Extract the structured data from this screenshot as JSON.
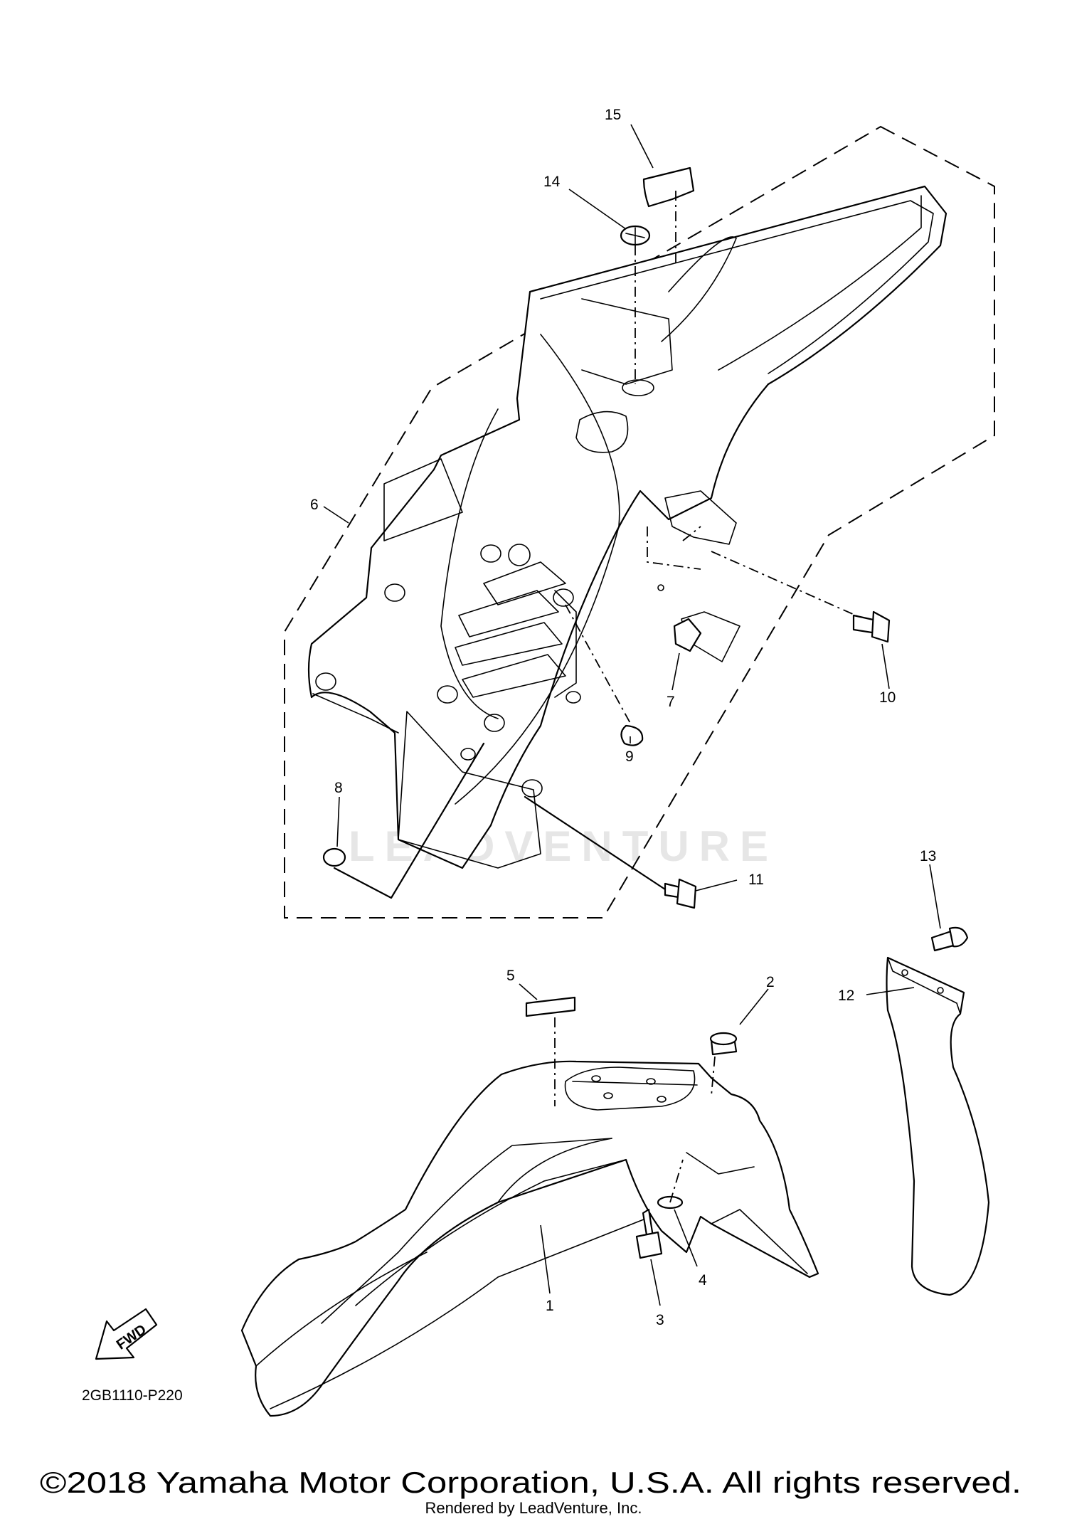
{
  "callouts": {
    "c1": "1",
    "c2": "2",
    "c3": "3",
    "c4": "4",
    "c5": "5",
    "c6": "6",
    "c7": "7",
    "c8": "8",
    "c9": "9",
    "c10": "10",
    "c11": "11",
    "c12": "12",
    "c13": "13",
    "c14": "14",
    "c15": "15"
  },
  "fwd_label": "FWD",
  "diagram_code": "2GB1110-P220",
  "watermark": "LEADVENTURE",
  "copyright": "©2018 Yamaha Motor Corporation, U.S.A. All rights reserved.",
  "rendered_by": "Rendered by LeadVenture, Inc."
}
